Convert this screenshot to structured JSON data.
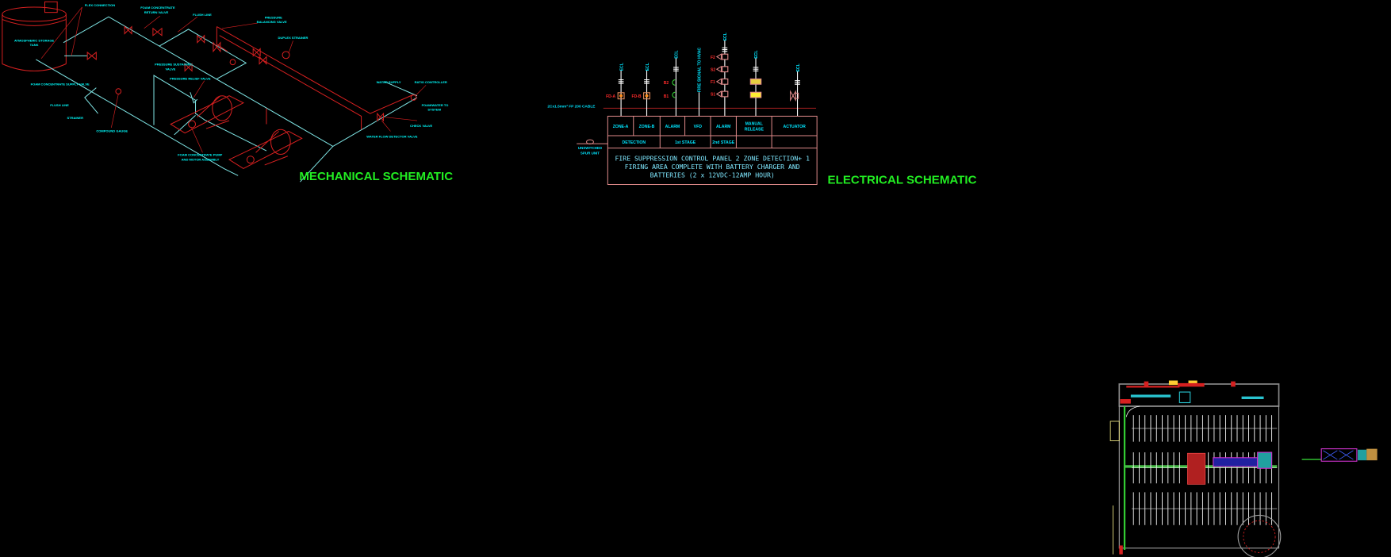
{
  "mechanical": {
    "title": "MECHANICAL SCHEMATIC",
    "labels": [
      "FLEX CONNECTION",
      "FOAM CONCENTRATE",
      "RETURN VALVE",
      "FLUSH LINE",
      "PRESSURE",
      "BALANCING VALVE",
      "DUPLEX STRAINER",
      "ATMOSPHERIC STORAGE",
      "TANK",
      "FOAM CONCENTRATE SUPPLY VALVE",
      "FLUSH LINE",
      "STRAINER",
      "COMPOUND GAUGE",
      "PRESSURE SUSTAINING",
      "VALVE",
      "PRESSURE RELIEF VALVE",
      "FOAM CONCENTRATE PUMP",
      "AND MOTOR ASSEMBLY",
      "WATER SUPPLY",
      "RATIO CONTROLLER",
      "FOAM/WATER TO",
      "SYSTEM",
      "CHECK VALVE",
      "WATER FLOW DETECTOR VALVE"
    ]
  },
  "electrical": {
    "title": "ELECTRICAL SCHEMATIC",
    "cable_label": "2Cx1.5mm² FP 200 CABLE",
    "spur_unit": [
      "UNSWITCHED",
      "SPUR UNIT"
    ],
    "riser_label": "ECL",
    "vfd_signal": "FIRE SIGNAL TO HVAC",
    "devices": {
      "fd_a": "FD-A",
      "fd_b": "FD-B",
      "b1": "B1",
      "b2": "B2",
      "f1": "F1",
      "f2": "F2",
      "s1": "S1",
      "s2": "S2"
    },
    "table": {
      "row1": [
        "ZONE-A",
        "ZONE-B",
        "ALARM",
        "VFD",
        "ALARM",
        "MANUAL",
        "RELEASE",
        "ACTUATOR"
      ],
      "row2": [
        "DETECTION",
        "1st STAGE",
        "2nd STAGE"
      ],
      "panel_text": [
        "FIRE SUPPRESSION CONTROL PANEL 2 ZONE DETECTION+ 1",
        "FIRING AREA COMPLETE WITH BATTERY CHARGER AND",
        "BATTERIES (2 x 12VDC-12AMP HOUR)"
      ]
    }
  },
  "colors": {
    "background": "#000000",
    "pipe_water": "#7fe5e5",
    "pipe_foam": "#d62020",
    "title_green": "#22ee22",
    "text_cyan": "#00ffff"
  }
}
